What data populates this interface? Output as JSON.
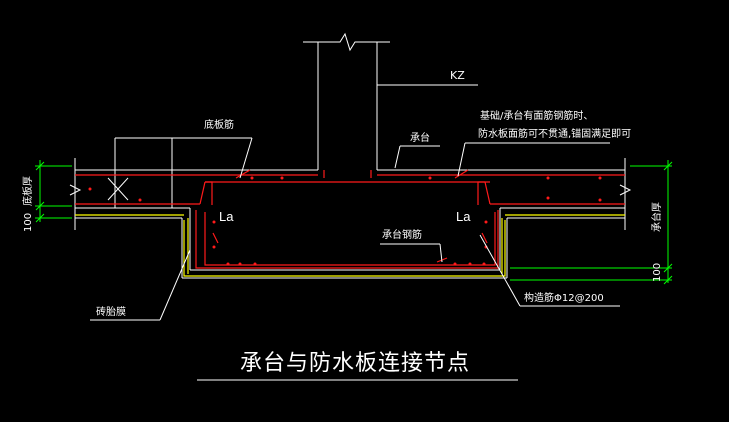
{
  "labels": {
    "kz": "KZ",
    "floor_rebar": "底板筋",
    "cap_label": "承台",
    "note_line1": "基础/承台有面筋钢筋时、",
    "note_line2": "防水板面筋可不贯通,锚固满足即可",
    "la_left": "La",
    "la_right": "La",
    "cap_rebar": "承台钢筋",
    "brick_form": "砖胎膜",
    "stirrup": "构造筋Φ12@200",
    "left_dim_text": "底板厚",
    "left_dim_100": "100",
    "right_dim_text": "承台厚",
    "right_dim_100": "100",
    "title": "承台与防水板连接节点"
  },
  "colors": {
    "background": "#000000",
    "concrete_outline": "#ffffff",
    "rebar": "#ff1a1a",
    "brick": "#ffff00",
    "dimension": "#00ff00"
  }
}
